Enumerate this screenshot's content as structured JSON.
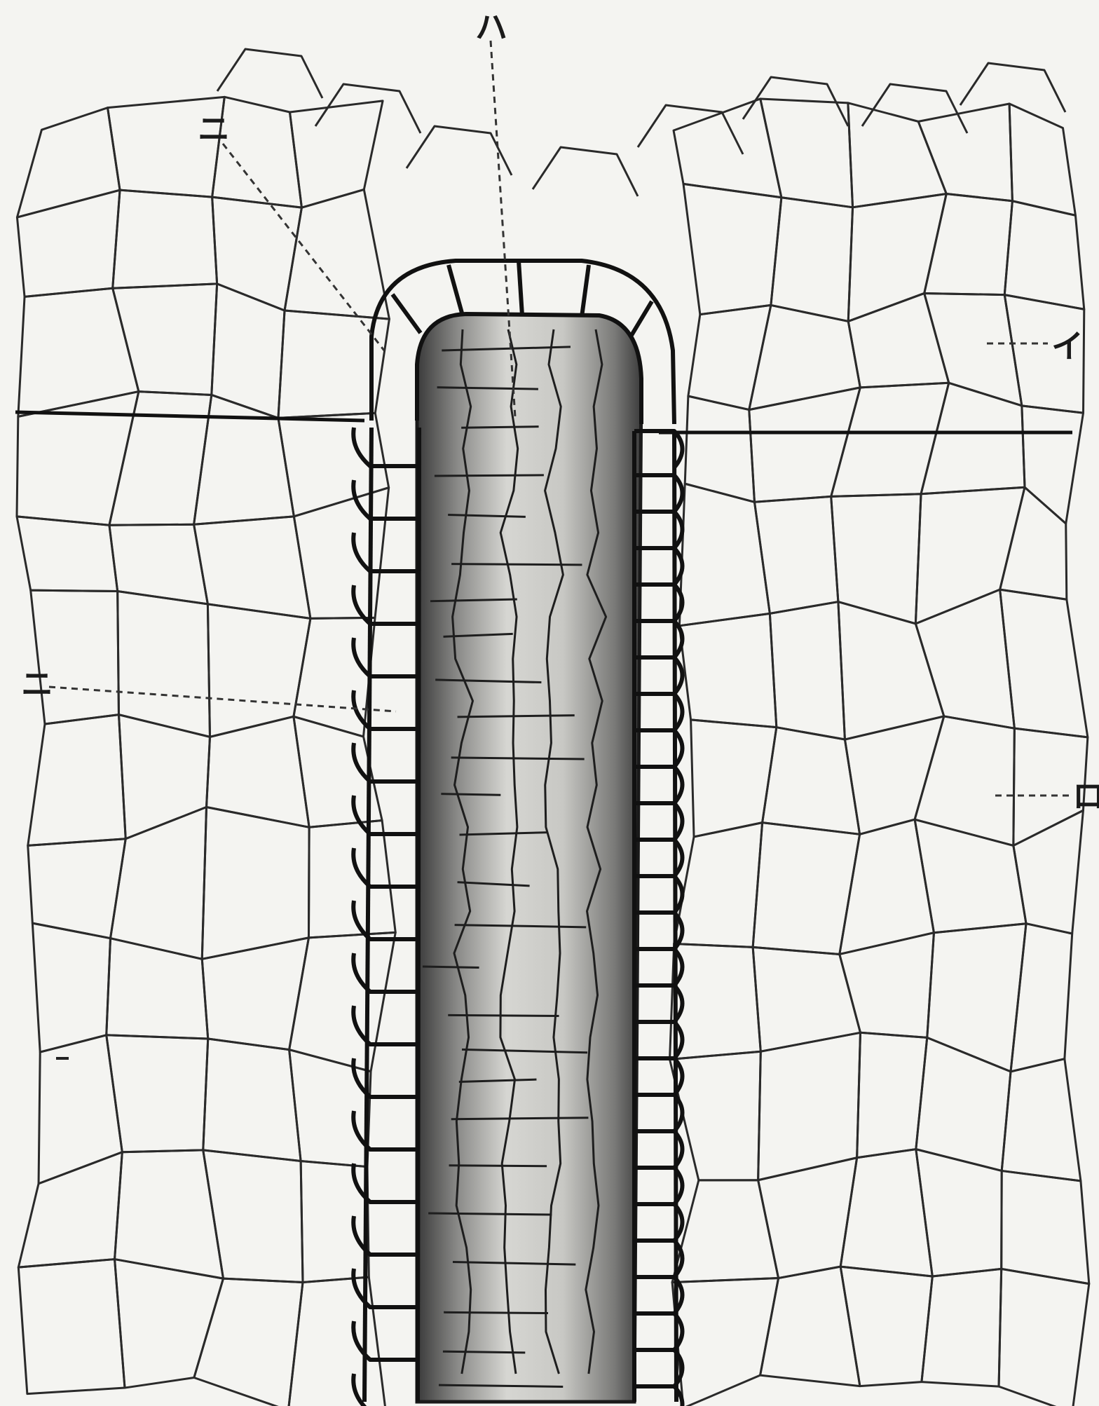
{
  "figure": {
    "labels": {
      "ha": "ハ",
      "ni_top": "ニ",
      "i": "イ",
      "ni_left": "ニ",
      "ro": "ロ"
    }
  }
}
